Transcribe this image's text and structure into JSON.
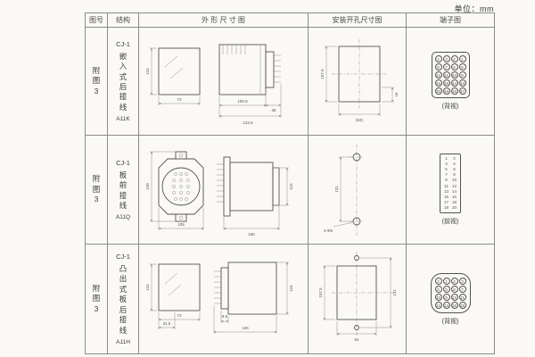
{
  "page": {
    "unit_label": "单位：mm"
  },
  "headers": [
    "图号",
    "结构",
    "外 形 尺 寸 图",
    "安装开孔尺寸图",
    "端子图"
  ],
  "rows": [
    {
      "fig_no": "附图3",
      "model": "CJ-1",
      "structure": "嵌入式后接线",
      "code": "A11K",
      "outline": {
        "d1": "115",
        "d2": "72",
        "d3": "100.5",
        "d4": "35",
        "d5": "122.5"
      },
      "mounting": {
        "d1": "107.5",
        "d2": "16",
        "d3": "(64)"
      },
      "terminal": {
        "caption": "(背视)",
        "pins": [
          "4",
          "3",
          "2",
          "1",
          "8",
          "7",
          "6",
          "5",
          "12",
          "11",
          "10",
          "9",
          "16",
          "15",
          "14",
          "13",
          "20",
          "19",
          "18",
          "17"
        ]
      }
    },
    {
      "fig_no": "附图3",
      "model": "CJ-1",
      "structure": "板前接线",
      "code": "A11Q",
      "outline": {
        "d1": "149",
        "d2": "105",
        "d3": "156",
        "d4": "115"
      },
      "mounting": {
        "d1": "131",
        "d2": "2-Φ5"
      },
      "terminal": {
        "caption": "(前视)",
        "pins": [
          "1",
          "2",
          "3",
          "4",
          "5",
          "6",
          "7",
          "8",
          "9",
          "10",
          "11",
          "12",
          "13",
          "14",
          "15",
          "16",
          "17",
          "18",
          "19",
          "20"
        ]
      }
    },
    {
      "fig_no": "附图3",
      "model": "CJ-1",
      "structure": "凸出式板后接线",
      "code": "A11H",
      "outline": {
        "d1": "115",
        "d2": "72",
        "d3": "31.5",
        "d4": "9.5",
        "d5": "126",
        "d6": "115"
      },
      "mounting": {
        "d1": "107.5",
        "d2": "131",
        "d3": "64"
      },
      "terminal": {
        "caption": "(背视)",
        "pins": [
          "2",
          "1",
          "4",
          "3",
          "6",
          "5",
          "8",
          "7",
          "10",
          "9",
          "12",
          "11",
          "14",
          "13",
          "16",
          "15"
        ]
      }
    }
  ]
}
